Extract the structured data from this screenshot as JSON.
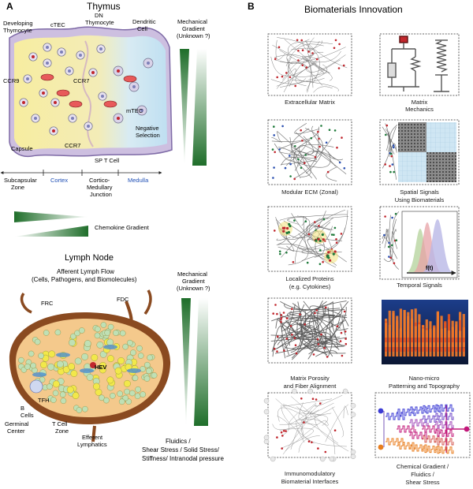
{
  "panel_a": {
    "letter": "A",
    "thymus": {
      "title": "Thymus",
      "labels": {
        "developing_1": "Developing",
        "developing_2": "Thymocyte",
        "ctec": "cTEC",
        "dn_1": "DN",
        "dn_2": "Thymocyte",
        "dendritic_1": "Dendritic",
        "dendritic_2": "Cell",
        "ccr9": "CCR9",
        "ccr7_top": "CCR7",
        "mtec": "mTEC",
        "negative_1": "Negative",
        "negative_2": "Selection",
        "capsule": "Capsule",
        "ccr7_bottom": "CCR7",
        "sp_t_cell": "SP T Cell"
      },
      "mechanical_1": "Mechanical",
      "mechanical_2": "Gradient",
      "mechanical_3": "(Unknown ?)",
      "zones": {
        "subcapsular_1": "Subcapsular",
        "subcapsular_2": "Zone",
        "cortex": "Cortex",
        "cortico_1": "Cortico-",
        "cortico_2": "Medullary",
        "cortico_3": "Junction",
        "medulla": "Medulla"
      },
      "chemokine_gradient": "Chemokine Gradient"
    },
    "lymph_node": {
      "title": "Lymph Node",
      "afferent_1": "Afferent Lymph Flow",
      "afferent_2": "(Cells, Pathogens, and Biomolecules)",
      "labels": {
        "frc": "FRC",
        "fdc": "FDC",
        "hev": "HEV",
        "b_1": "B",
        "b_2": "Cells",
        "tfh": "TFH",
        "germinal_1": "Germinal",
        "germinal_2": "Center",
        "tcell_1": "T Cell",
        "tcell_2": "Zone",
        "efferent_1": "Efferent",
        "efferent_2": "Lymphatics"
      },
      "mechanical_1": "Mechanical",
      "mechanical_2": "Gradient",
      "mechanical_3": "(Unknown ?)",
      "fluidics_1": "Fluidics /",
      "fluidics_2": "Shear Stress / Solid Stress/",
      "fluidics_3": "Stiffness/ Intranodal pressure"
    }
  },
  "panel_b": {
    "letter": "B",
    "title": "Biomaterials Innovation",
    "tiles": [
      {
        "line1": "Extracellular Matrix",
        "line2": ""
      },
      {
        "line1": "Matrix",
        "line2": "Mechanics"
      },
      {
        "line1": "Modular ECM (Zonal)",
        "line2": ""
      },
      {
        "line1": "Spatial Signals",
        "line2": "Using Biomaterials"
      },
      {
        "line1": "Localized Proteins",
        "line2": "(e.g. Cytokines)"
      },
      {
        "line1": "Temporal Signals",
        "line2": ""
      },
      {
        "line1": "Matrix Porosity",
        "line2": "and Fiber Alignment"
      },
      {
        "line1": "Nano-micro",
        "line2": "Patterning and Topography"
      },
      {
        "line1": "Immunomodulatory",
        "line2": "Biomaterial Interfaces"
      },
      {
        "line1": "Chemical Gradient /",
        "line2": "Fluidics /",
        "line3": "Shear Stress"
      }
    ],
    "temporal_axis": "f(t)"
  },
  "colors": {
    "cortex_yellow": "#f7eda0",
    "medulla_blue": "#cfe6f4",
    "capsule_purple": "#bfb1d6",
    "gradient_green": "#2e7d32",
    "lymph_brown": "#8a4a20",
    "lymph_interior": "#f4c98c",
    "follicle_yellow": "#f2e84a"
  }
}
